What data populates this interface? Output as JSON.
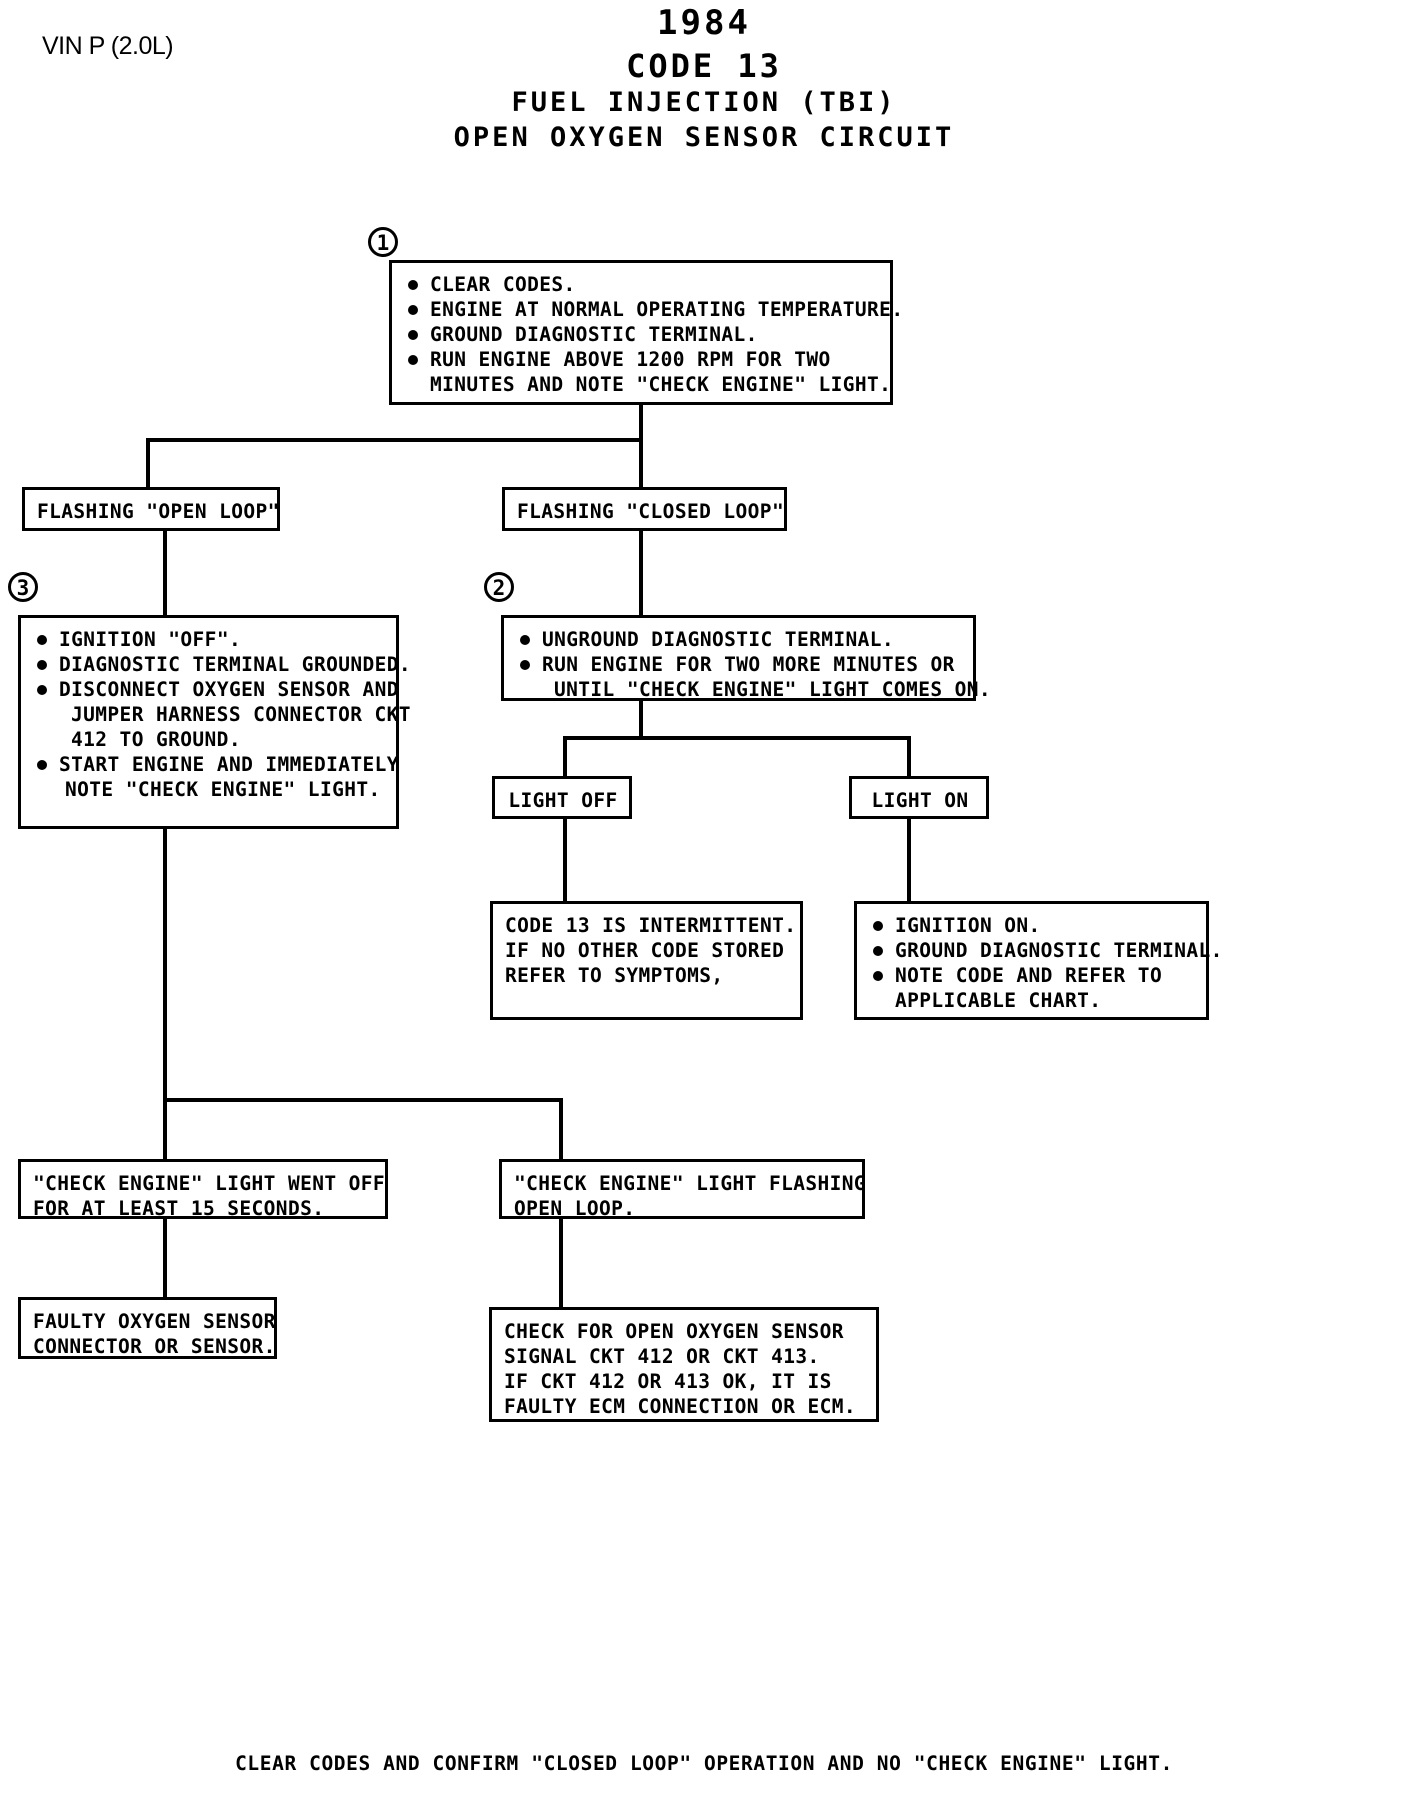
{
  "header": {
    "vin": "VIN P (2.0L)",
    "year": "1984",
    "code": "CODE 13",
    "system": "FUEL INJECTION (TBI)",
    "fault": "OPEN OXYGEN SENSOR CIRCUIT"
  },
  "markers": {
    "one": "1",
    "two": "2",
    "three": "3"
  },
  "boxes": {
    "step1": {
      "lines": [
        "CLEAR CODES.",
        "ENGINE AT NORMAL OPERATING TEMPERATURE.",
        "GROUND DIAGNOSTIC TERMINAL.",
        "RUN ENGINE ABOVE 1200 RPM FOR TWO",
        "MINUTES AND NOTE \"CHECK ENGINE\" LIGHT."
      ]
    },
    "open_loop": {
      "lines": [
        "FLASHING \"OPEN LOOP\""
      ]
    },
    "closed_loop": {
      "lines": [
        "FLASHING \"CLOSED LOOP\""
      ]
    },
    "step3": {
      "lines": [
        "IGNITION \"OFF\".",
        "DIAGNOSTIC TERMINAL GROUNDED.",
        "DISCONNECT OXYGEN SENSOR AND",
        "JUMPER HARNESS CONNECTOR CKT",
        "412 TO GROUND.",
        "START ENGINE AND IMMEDIATELY",
        "NOTE \"CHECK ENGINE\" LIGHT."
      ]
    },
    "step2": {
      "lines": [
        "UNGROUND DIAGNOSTIC TERMINAL.",
        "RUN ENGINE FOR TWO MORE MINUTES OR",
        "UNTIL \"CHECK ENGINE\" LIGHT COMES ON."
      ]
    },
    "light_off": {
      "lines": [
        "LIGHT OFF"
      ]
    },
    "light_on": {
      "lines": [
        "LIGHT ON"
      ]
    },
    "intermittent": {
      "lines": [
        "CODE 13 IS INTERMITTENT.",
        "IF NO OTHER CODE STORED",
        "REFER TO SYMPTOMS,"
      ]
    },
    "ignition_on": {
      "lines": [
        "IGNITION ON.",
        "GROUND DIAGNOSTIC TERMINAL.",
        "NOTE CODE AND REFER TO",
        "APPLICABLE CHART."
      ]
    },
    "light_went_off": {
      "lines": [
        "\"CHECK ENGINE\" LIGHT WENT OFF",
        "FOR AT LEAST 15 SECONDS."
      ]
    },
    "light_flashing_open": {
      "lines": [
        "\"CHECK ENGINE\" LIGHT FLASHING",
        "OPEN LOOP."
      ]
    },
    "faulty_sensor": {
      "lines": [
        "FAULTY OXYGEN SENSOR",
        "CONNECTOR OR SENSOR."
      ]
    },
    "check_open": {
      "lines": [
        "CHECK FOR OPEN OXYGEN SENSOR",
        "SIGNAL CKT 412 OR CKT 413.",
        "IF CKT 412 OR 413 OK, IT IS",
        "FAULTY ECM CONNECTION OR ECM."
      ]
    }
  },
  "footer": "CLEAR CODES AND CONFIRM \"CLOSED LOOP\" OPERATION AND NO \"CHECK ENGINE\" LIGHT."
}
